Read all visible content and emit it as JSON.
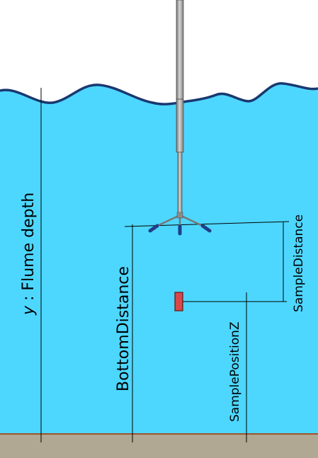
{
  "labels": {
    "flume_depth_var": "y",
    "flume_depth_rest": " : Flume depth",
    "bottom_distance": "BottomDistance",
    "sample_position_z": "SamplePositionZ",
    "sample_distance": "SampleDistance"
  },
  "colors": {
    "water": "#4dd7ff",
    "water_outline": "#1a3870",
    "bed": "#b0a892",
    "bed_line": "#a0522d",
    "probe_stem": "#9a9a9a",
    "probe_tip": "#1f3f8a",
    "sample_volume": "#d94848"
  },
  "icons": {
    "probe": "adv-probe-icon",
    "sample": "sample-volume-icon"
  }
}
